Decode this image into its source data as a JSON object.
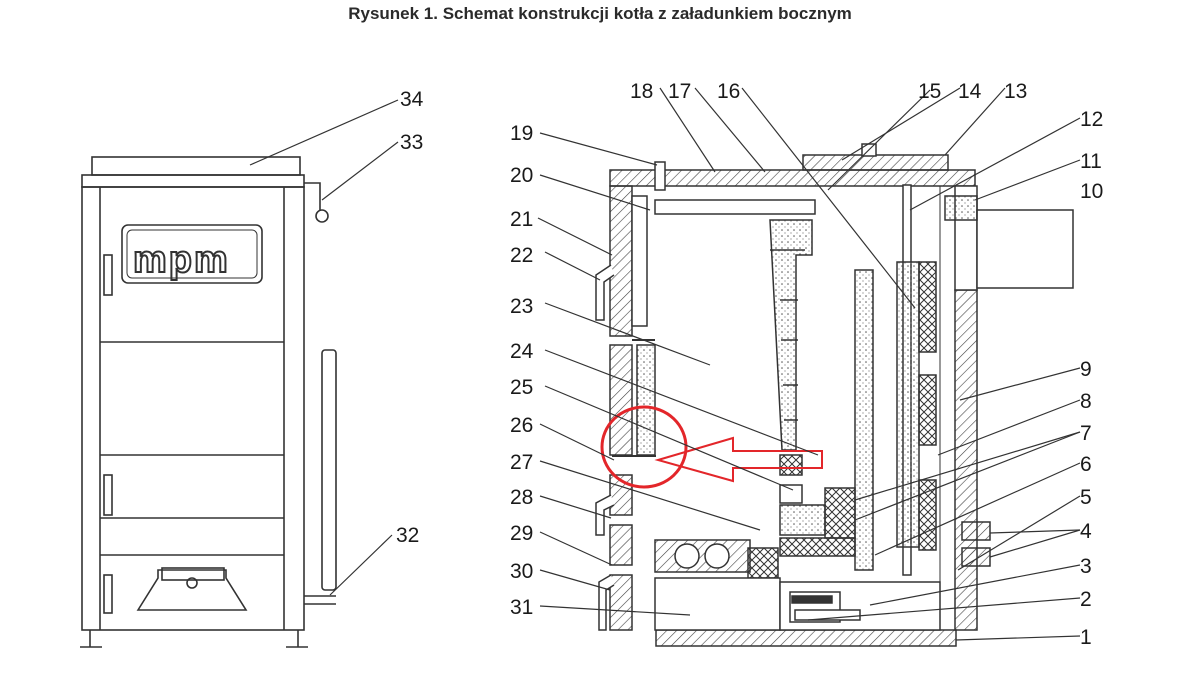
{
  "title": "Rysunek 1. Schemat konstrukcji kotła z załadunkiem bocznym",
  "logo": {
    "text": "mpm"
  },
  "labels": {
    "n1": "1",
    "n2": "2",
    "n3": "3",
    "n4": "4",
    "n5": "5",
    "n6": "6",
    "n7": "7",
    "n8": "8",
    "n9": "9",
    "n10": "10",
    "n11": "11",
    "n12": "12",
    "n13": "13",
    "n14": "14",
    "n15": "15",
    "n16": "16",
    "n17": "17",
    "n18": "18",
    "n19": "19",
    "n20": "20",
    "n21": "21",
    "n22": "22",
    "n23": "23",
    "n24": "24",
    "n25": "25",
    "n26": "26",
    "n27": "27",
    "n28": "28",
    "n29": "29",
    "n30": "30",
    "n31": "31",
    "n32": "32",
    "n33": "33",
    "n34": "34"
  },
  "colors": {
    "line": "#333333",
    "highlight_circle": "#e3262a"
  }
}
